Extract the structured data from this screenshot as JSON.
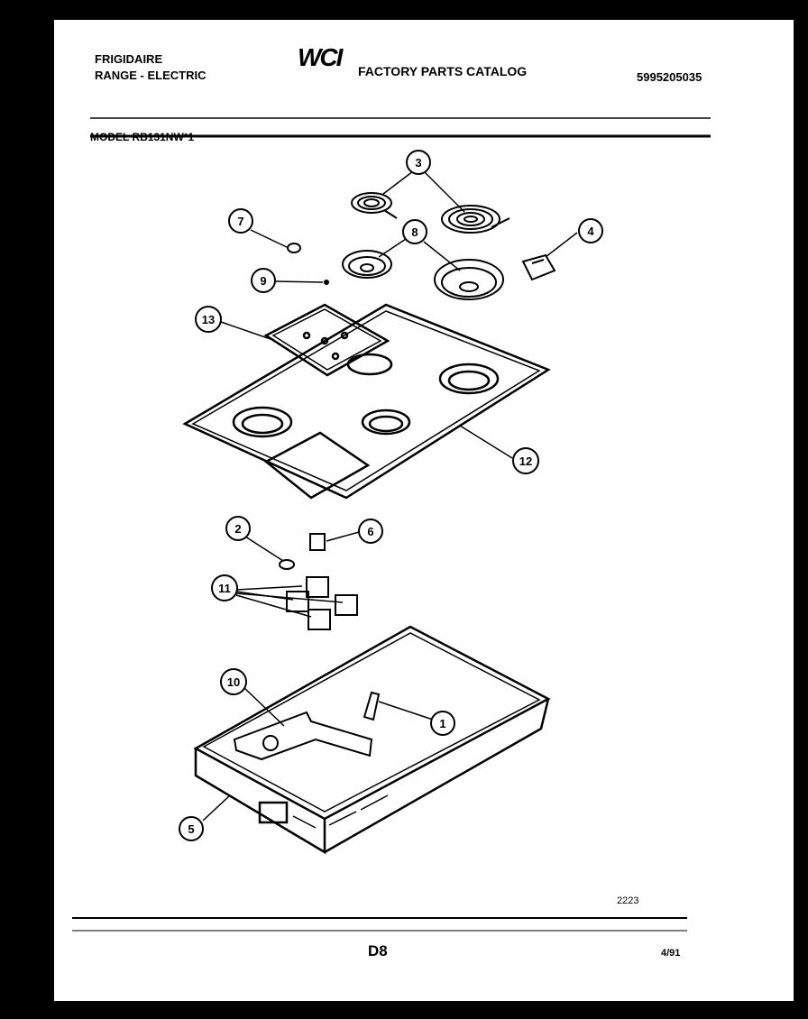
{
  "header": {
    "brand": "FRIGIDAIRE",
    "product": "RANGE - ELECTRIC",
    "logo": "WCI",
    "catalog_title": "FACTORY PARTS CATALOG",
    "catalog_number": "5995205035"
  },
  "model_label": "MODEL RB131NW*1",
  "figure_number": "2223",
  "page_label": "D8",
  "date": "4/91",
  "callouts": [
    {
      "id": "c3",
      "label": "3"
    },
    {
      "id": "c7",
      "label": "7"
    },
    {
      "id": "c8",
      "label": "8"
    },
    {
      "id": "c4",
      "label": "4"
    },
    {
      "id": "c9",
      "label": "9"
    },
    {
      "id": "c13",
      "label": "13"
    },
    {
      "id": "c12",
      "label": "12"
    },
    {
      "id": "c2",
      "label": "2"
    },
    {
      "id": "c6",
      "label": "6"
    },
    {
      "id": "c11",
      "label": "11"
    },
    {
      "id": "c10",
      "label": "10"
    },
    {
      "id": "c1",
      "label": "1"
    },
    {
      "id": "c5",
      "label": "5"
    }
  ]
}
